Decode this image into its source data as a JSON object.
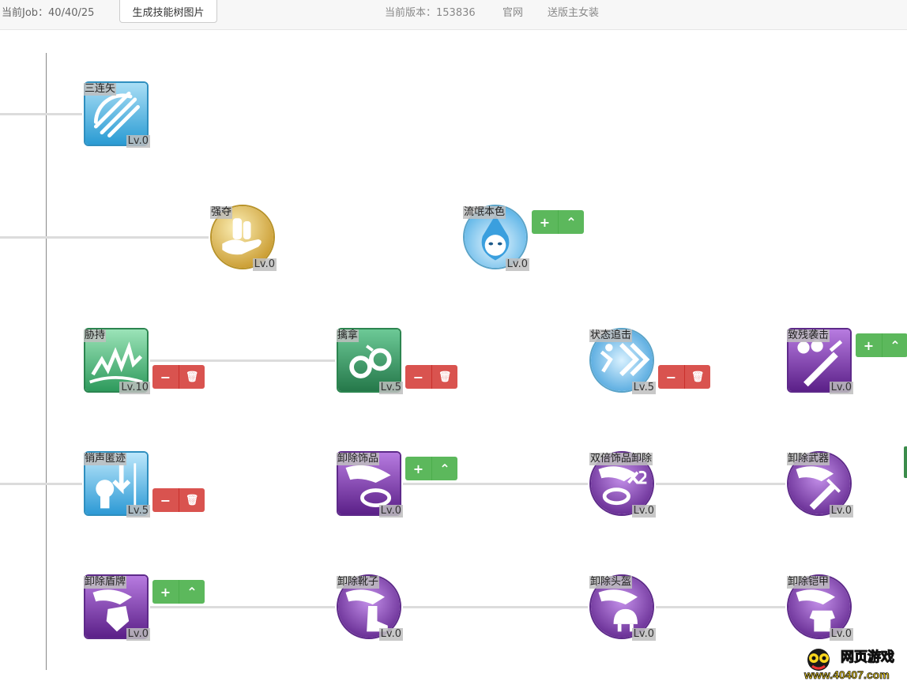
{
  "header": {
    "job_label": "当前Job：40/40/25",
    "generate_button": "生成技能树图片",
    "version_label": "当前版本：153836",
    "official_link": "官网",
    "gift_link": "送版主女装"
  },
  "skills": {
    "triple_arrow": {
      "name": "三连矢",
      "level": "Lv.0"
    },
    "plunder": {
      "name": "强夺",
      "level": "Lv.0"
    },
    "rogue_nature": {
      "name": "流氓本色",
      "level": "Lv.0"
    },
    "hijack": {
      "name": "胁持",
      "level": "Lv.10"
    },
    "capture": {
      "name": "擒拿",
      "level": "Lv.5"
    },
    "status_chase": {
      "name": "状态追击",
      "level": "Lv.5"
    },
    "fatal_raid": {
      "name": "致残袭击",
      "level": "Lv.0"
    },
    "silent_hide": {
      "name": "销声匿迹",
      "level": "Lv.5"
    },
    "strip_accessory": {
      "name": "卸除饰品",
      "level": "Lv.0"
    },
    "double_strip_accessory": {
      "name": "双倍饰品卸除",
      "level": "Lv.0"
    },
    "strip_weapon": {
      "name": "卸除武器",
      "level": "Lv.0"
    },
    "strip_shield": {
      "name": "卸除盾牌",
      "level": "Lv.0"
    },
    "strip_boots": {
      "name": "卸除靴子",
      "level": "Lv.0"
    },
    "strip_helm": {
      "name": "卸除头盔",
      "level": "Lv.0"
    },
    "strip_armor": {
      "name": "卸除铠甲",
      "level": "Lv.0"
    }
  },
  "buttons": {
    "plus": "+",
    "minus": "−",
    "up": "⌃",
    "trash": "🗑"
  },
  "watermark": {
    "line1": "网页游戏",
    "line2": "www.40407.com"
  },
  "colors": {
    "green": "#5cb85c",
    "red": "#d9534f",
    "blue_icon": "#3fa9d8",
    "green_icon": "#3a9b5c",
    "purple_icon": "#8a3dbf",
    "gold_icon": "#d9b84a"
  }
}
